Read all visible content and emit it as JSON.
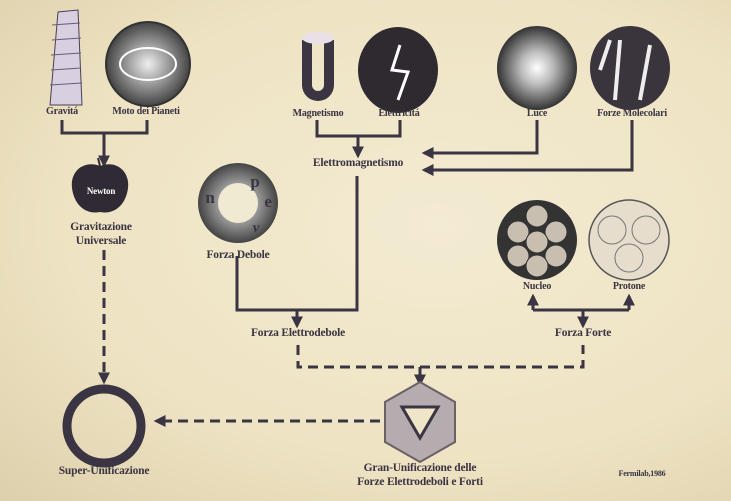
{
  "nodes": {
    "gravita": "Gravitá",
    "moto_pianeti": "Moto dei Pianeti",
    "newton": "Newton",
    "gravitazione_1": "Gravitazione",
    "gravitazione_2": "Universale",
    "magnetismo": "Magnetismo",
    "elettricita": "Elettricitá",
    "luce": "Luce",
    "forze_molecolari": "Forze Molecolari",
    "elettromagnetismo": "Elettromagnetismo",
    "forza_debole": "Forza Debole",
    "nucleo": "Nucleo",
    "protone": "Protone",
    "forza_elettrodebole": "Forza Elettrodebole",
    "forza_forte": "Forza Forte",
    "gran_unificazione_1": "Gran-Unificazione delle",
    "gran_unificazione_2": "Forze Elettrodeboli e Forti",
    "super_unificazione": "Super-Unificazione"
  },
  "particles": {
    "n": "n",
    "p": "p",
    "e": "e",
    "nu": "ν"
  },
  "credit": "Fermilab,1986",
  "colors": {
    "ink": "#3b3442",
    "paper": "#efe6c9"
  }
}
